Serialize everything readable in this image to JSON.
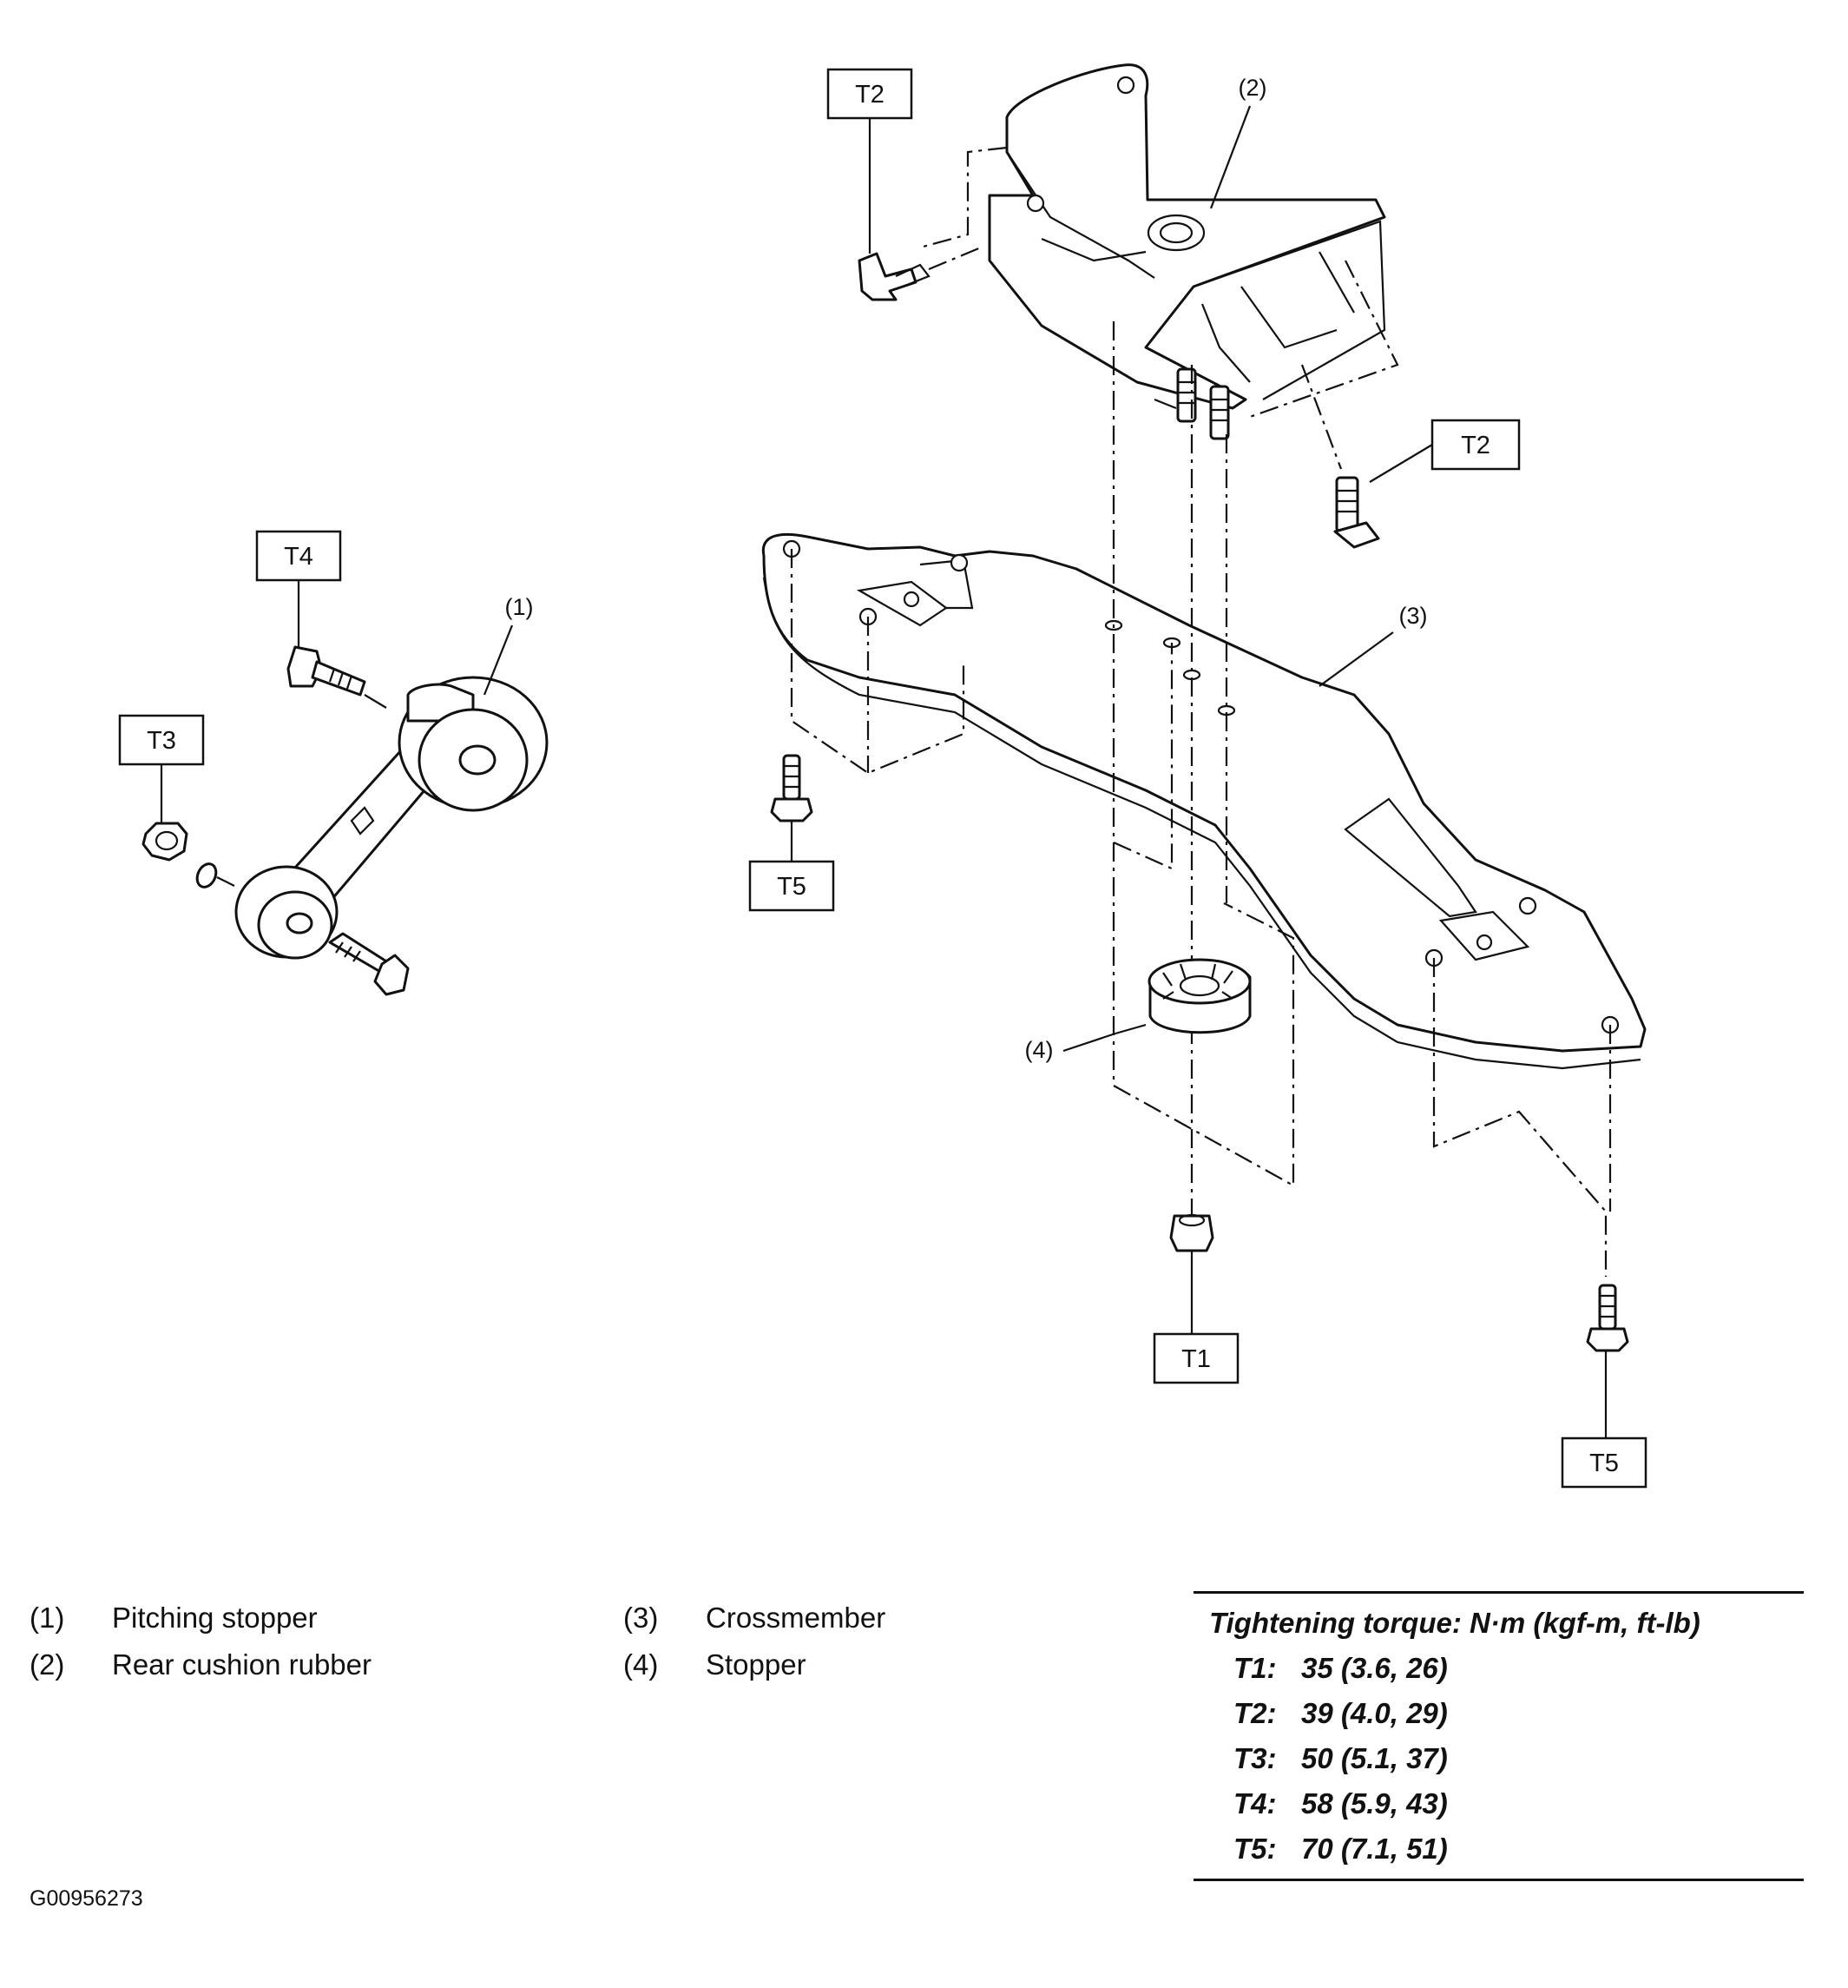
{
  "callouts": {
    "c1": "(1)",
    "c2": "(2)",
    "c3": "(3)",
    "c4": "(4)"
  },
  "torque_labels": {
    "t1": "T1",
    "t2": "T2",
    "t3": "T3",
    "t4": "T4",
    "t5": "T5"
  },
  "legend": {
    "left": [
      {
        "num": "(1)",
        "name": "Pitching stopper"
      },
      {
        "num": "(2)",
        "name": "Rear cushion rubber"
      }
    ],
    "right": [
      {
        "num": "(3)",
        "name": "Crossmember"
      },
      {
        "num": "(4)",
        "name": "Stopper"
      }
    ]
  },
  "torque_table": {
    "title": "Tightening torque: N·m (kgf-m, ft-lb)",
    "rows": [
      {
        "key": "T1:",
        "value": "35 (3.6, 26)"
      },
      {
        "key": "T2:",
        "value": "39 (4.0, 29)"
      },
      {
        "key": "T3:",
        "value": "50 (5.1, 37)"
      },
      {
        "key": "T4:",
        "value": "58 (5.9, 43)"
      },
      {
        "key": "T5:",
        "value": "70 (7.1, 51)"
      }
    ]
  },
  "figure_id": "G00956273"
}
